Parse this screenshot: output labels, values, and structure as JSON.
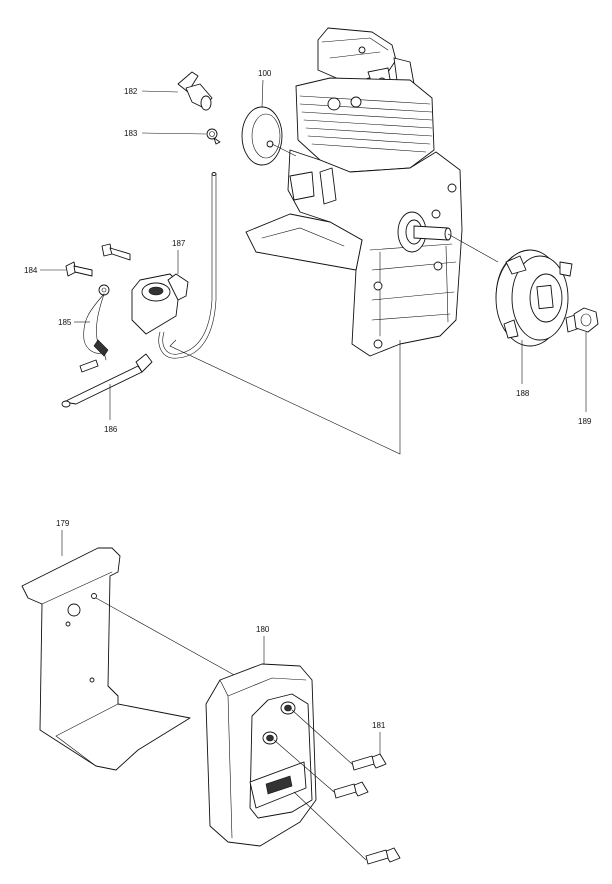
{
  "diagram": {
    "part_labels": {
      "p100": "100",
      "p179": "179",
      "p180": "180",
      "p181": "181",
      "p182": "182",
      "p183": "183",
      "p184": "184",
      "p185": "185",
      "p186": "186",
      "p187": "187",
      "p188": "188",
      "p189": "189"
    },
    "colors": {
      "ink": "#111111",
      "background": "#ffffff",
      "shading": "#cccccc"
    }
  }
}
